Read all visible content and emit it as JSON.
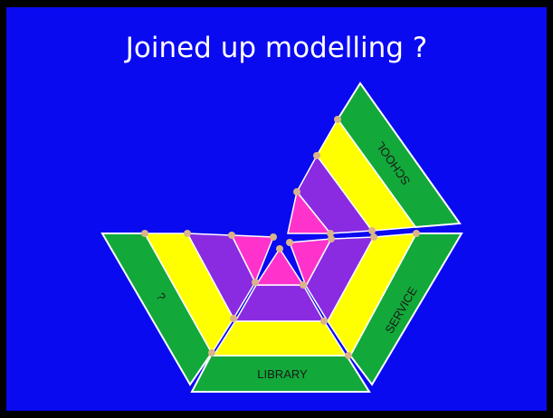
{
  "slide": {
    "title": "Joined up modelling ?",
    "background_color": "#0a0af0",
    "frame_color": "#000000"
  },
  "diagram": {
    "band_colors": {
      "outer": "#12a83a",
      "yellow": "#ffff00",
      "purple": "#8a2be2",
      "magenta": "#ff33cc",
      "outline": "#ffffff",
      "node": "#d9b48a"
    },
    "segments": [
      {
        "id": "library",
        "label": "LIBRARY"
      },
      {
        "id": "service",
        "label": "SERVICE"
      },
      {
        "id": "school",
        "label": "SCHOOL"
      },
      {
        "id": "unknown",
        "label": "?"
      }
    ]
  }
}
